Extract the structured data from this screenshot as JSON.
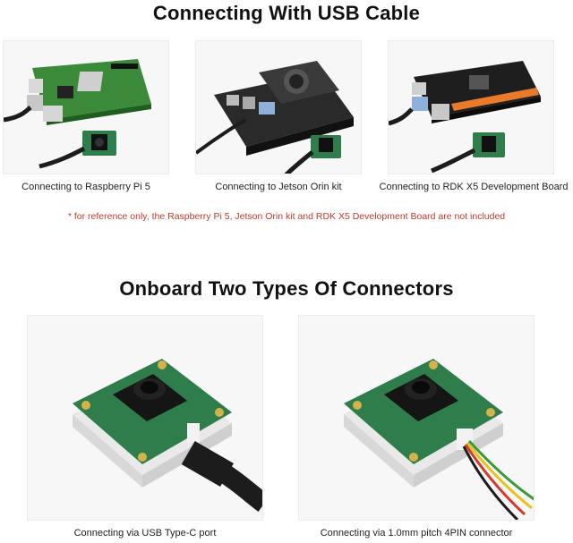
{
  "section1": {
    "title": "Connecting With USB Cable",
    "captions": [
      "Connecting to Raspberry Pi 5",
      "Connecting to Jetson Orin kit",
      "Connecting to RDK X5 Development Board"
    ],
    "note": "* for reference only, the Raspberry Pi 5, Jetson Orin kit and RDK X5 Development Board are not included"
  },
  "section2": {
    "title": "Onboard Two Types Of Connectors",
    "captions": [
      "Connecting via USB Type-C port",
      "Connecting via 1.0mm pitch 4PIN connector"
    ]
  },
  "colors": {
    "pcb_green": "#2e7d4a",
    "note_red": "#c0392b",
    "cable_black": "#1c1c1c",
    "wire_yellow": "#e8c21a",
    "wire_green": "#3a9a3a",
    "wire_red": "#d43a2a"
  }
}
